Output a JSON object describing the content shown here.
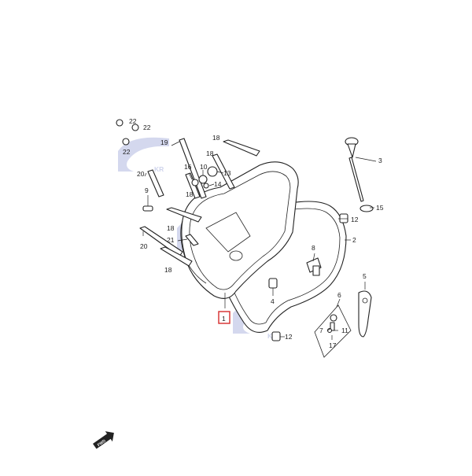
{
  "watermark": {
    "text_top": "KR",
    "text_bottom": "KR",
    "text_mid": "MO",
    "color": "#cfd4ec"
  },
  "callouts": [
    {
      "id": "c1",
      "label": "1",
      "highlighted": true
    },
    {
      "id": "c2",
      "label": "2"
    },
    {
      "id": "c3",
      "label": "3"
    },
    {
      "id": "c4",
      "label": "4"
    },
    {
      "id": "c5",
      "label": "5"
    },
    {
      "id": "c6",
      "label": "6"
    },
    {
      "id": "c7",
      "label": "7"
    },
    {
      "id": "c8",
      "label": "8"
    },
    {
      "id": "c9",
      "label": "9"
    },
    {
      "id": "c10",
      "label": "10"
    },
    {
      "id": "c11",
      "label": "11"
    },
    {
      "id": "c12a",
      "label": "12"
    },
    {
      "id": "c12b",
      "label": "12"
    },
    {
      "id": "c13",
      "label": "13"
    },
    {
      "id": "c14",
      "label": "14"
    },
    {
      "id": "c15",
      "label": "15"
    },
    {
      "id": "c16",
      "label": "16"
    },
    {
      "id": "c17",
      "label": "17"
    },
    {
      "id": "c18a",
      "label": "18"
    },
    {
      "id": "c18b",
      "label": "18"
    },
    {
      "id": "c18c",
      "label": "18"
    },
    {
      "id": "c18d",
      "label": "18"
    },
    {
      "id": "c18e",
      "label": "18"
    },
    {
      "id": "c19",
      "label": "19"
    },
    {
      "id": "c20a",
      "label": "20"
    },
    {
      "id": "c20b",
      "label": "20"
    },
    {
      "id": "c21",
      "label": "21"
    },
    {
      "id": "c22a",
      "label": "22"
    },
    {
      "id": "c22b",
      "label": "22"
    },
    {
      "id": "c22c",
      "label": "22"
    }
  ],
  "fwd_label": "FWD",
  "highlight_color": "#d62b2b"
}
